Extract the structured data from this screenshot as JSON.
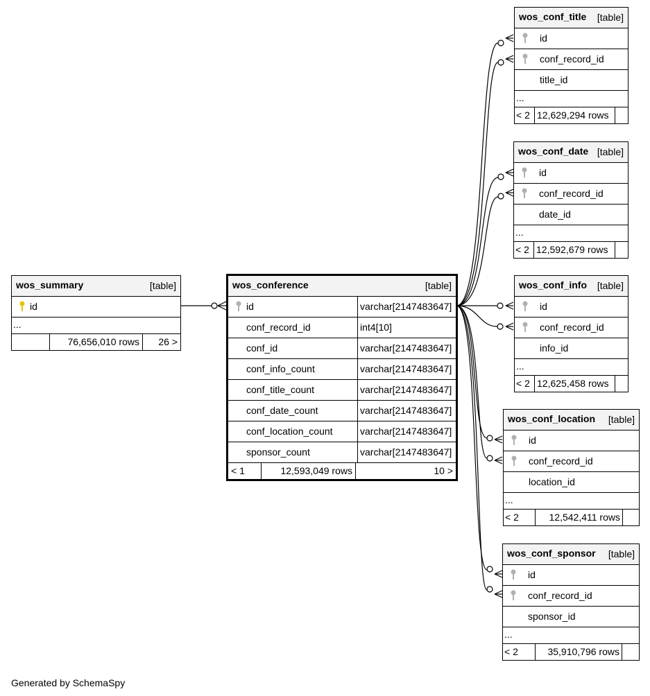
{
  "tables": {
    "wos_summary": {
      "name": "wos_summary",
      "type": "[table]",
      "columns": [
        {
          "name": "id"
        }
      ],
      "ellipsis": "...",
      "rows": "76,656,010 rows",
      "children": "26 >"
    },
    "wos_conference": {
      "name": "wos_conference",
      "type": "[table]",
      "columns": [
        {
          "name": "id",
          "type": "varchar[2147483647]"
        },
        {
          "name": "conf_record_id",
          "type": "int4[10]"
        },
        {
          "name": "conf_id",
          "type": "varchar[2147483647]"
        },
        {
          "name": "conf_info_count",
          "type": "varchar[2147483647]"
        },
        {
          "name": "conf_title_count",
          "type": "varchar[2147483647]"
        },
        {
          "name": "conf_date_count",
          "type": "varchar[2147483647]"
        },
        {
          "name": "conf_location_count",
          "type": "varchar[2147483647]"
        },
        {
          "name": "sponsor_count",
          "type": "varchar[2147483647]"
        }
      ],
      "parents": "< 1",
      "rows": "12,593,049 rows",
      "children": "10 >"
    },
    "wos_conf_title": {
      "name": "wos_conf_title",
      "type": "[table]",
      "columns": [
        {
          "name": "id"
        },
        {
          "name": "conf_record_id"
        },
        {
          "name": "title_id"
        }
      ],
      "ellipsis": "...",
      "parents": "< 2",
      "rows": "12,629,294 rows"
    },
    "wos_conf_date": {
      "name": "wos_conf_date",
      "type": "[table]",
      "columns": [
        {
          "name": "id"
        },
        {
          "name": "conf_record_id"
        },
        {
          "name": "date_id"
        }
      ],
      "ellipsis": "...",
      "parents": "< 2",
      "rows": "12,592,679 rows"
    },
    "wos_conf_info": {
      "name": "wos_conf_info",
      "type": "[table]",
      "columns": [
        {
          "name": "id"
        },
        {
          "name": "conf_record_id"
        },
        {
          "name": "info_id"
        }
      ],
      "ellipsis": "...",
      "parents": "< 2",
      "rows": "12,625,458 rows"
    },
    "wos_conf_location": {
      "name": "wos_conf_location",
      "type": "[table]",
      "columns": [
        {
          "name": "id"
        },
        {
          "name": "conf_record_id"
        },
        {
          "name": "location_id"
        }
      ],
      "ellipsis": "...",
      "parents": "< 2",
      "rows": "12,542,411 rows"
    },
    "wos_conf_sponsor": {
      "name": "wos_conf_sponsor",
      "type": "[table]",
      "columns": [
        {
          "name": "id"
        },
        {
          "name": "conf_record_id"
        },
        {
          "name": "sponsor_id"
        }
      ],
      "ellipsis": "...",
      "parents": "< 2",
      "rows": "35,910,796 rows"
    }
  },
  "colors": {
    "primary_key": "#e8c300",
    "foreign_key": "#b0b0b0",
    "header_bg": "#f3f3f3"
  },
  "footer": {
    "credit": "Generated by SchemaSpy"
  }
}
